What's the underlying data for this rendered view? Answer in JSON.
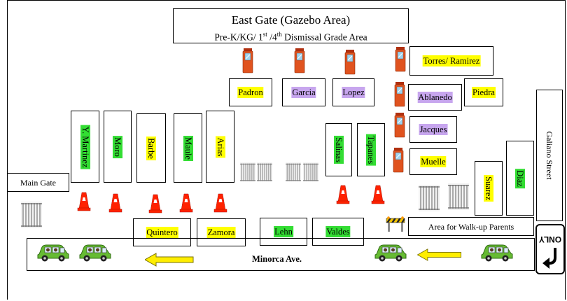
{
  "title": {
    "main": "East Gate (Gazebo Area)",
    "sub_prefix": "Pre-K/KG/ 1",
    "sub_sup1": "st",
    "sub_mid": " /4",
    "sub_sup2": "th",
    "sub_suffix": " Dismissal Grade Area"
  },
  "labels": {
    "main_gate": "Main Gate",
    "galiano_street": "Galiano Street",
    "walkup_area": "Area for Walk-up Parents",
    "minorca_ave": "Minorca Ave.",
    "only_sign": "ONLY"
  },
  "top_row_boxes": [
    {
      "name": "Padron",
      "color": "yellow"
    },
    {
      "name": "Garcia",
      "color": "purple"
    },
    {
      "name": "Lopez",
      "color": "purple"
    }
  ],
  "right_column_boxes": [
    {
      "name": "Torres/ Ramirez",
      "color": "yellow"
    },
    {
      "name": "Ablanedo",
      "color": "purple"
    },
    {
      "name": "Piedra",
      "color": "yellow"
    },
    {
      "name": "Jacques",
      "color": "purple"
    },
    {
      "name": "Muelle",
      "color": "yellow"
    }
  ],
  "vertical_boxes": [
    {
      "name": "Y. Martinez",
      "color": "green"
    },
    {
      "name": "Moro",
      "color": "green"
    },
    {
      "name": "Barbe",
      "color": "yellow"
    },
    {
      "name": "Maule",
      "color": "green"
    },
    {
      "name": "Arias",
      "color": "yellow"
    },
    {
      "name": "Salinas",
      "color": "green"
    },
    {
      "name": "Tapanes",
      "color": "green"
    },
    {
      "name": "Suarez",
      "color": "yellow"
    },
    {
      "name": "Diaz",
      "color": "green"
    }
  ],
  "bottom_boxes": [
    {
      "name": "Quintero",
      "color": "yellow"
    },
    {
      "name": "Zamora",
      "color": "yellow"
    },
    {
      "name": "Lehn",
      "color": "green"
    },
    {
      "name": "Valdes",
      "color": "green"
    }
  ],
  "colors": {
    "yellow": "#ffff00",
    "green": "#33dd33",
    "purple": "#c7a6ee",
    "cone": "#ff2200",
    "booth": "#e0531f",
    "car": "#66bb33",
    "arrow": "#ffee00"
  }
}
